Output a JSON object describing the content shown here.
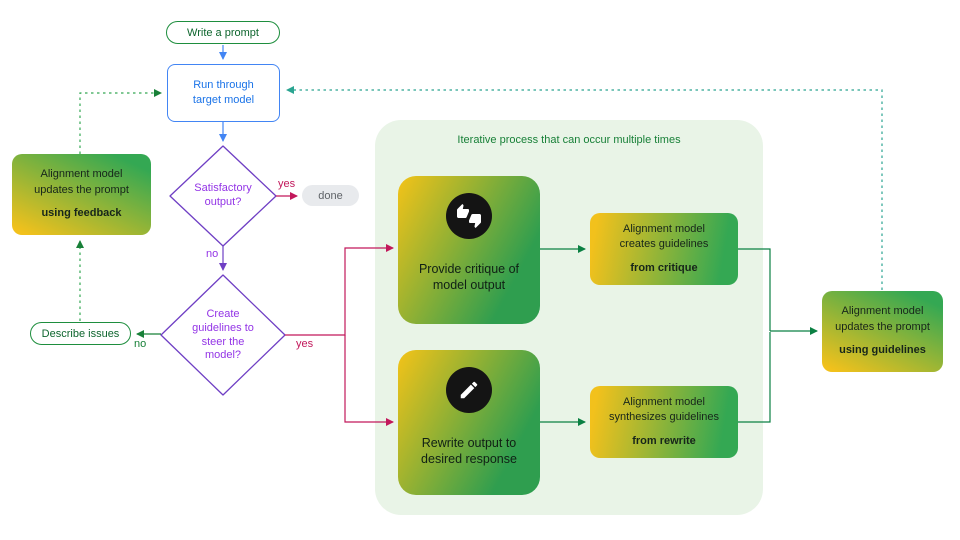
{
  "colors": {
    "green": "#188038",
    "blue": "#1a73e8",
    "purple": "#9334e6",
    "pink": "#c2185b",
    "dark_green": "#0b8043",
    "teal_dash": "#2aa491",
    "gradient_yellow": "#f2c11c",
    "gradient_green": "#34a853",
    "container_bg": "#e9f4e7",
    "done_bg": "#e8eaed"
  },
  "nodes": {
    "write_prompt": {
      "label": "Write a prompt"
    },
    "run_model": {
      "lines": [
        "Run through",
        "target model"
      ]
    },
    "satisfactory": {
      "lines": [
        "Satisfactory",
        "output?"
      ]
    },
    "done": {
      "label": "done"
    },
    "create_guidelines": {
      "lines": [
        "Create",
        "guidelines to",
        "steer the",
        "model?"
      ]
    },
    "describe_issues": {
      "label": "Describe issues"
    },
    "feedback_update": {
      "lines": [
        "Alignment model",
        "updates the prompt"
      ],
      "bold": "using feedback"
    },
    "critique": {
      "lines": [
        "Provide critique of",
        "model output"
      ],
      "icon": "thumbs-up-down-icon"
    },
    "critique_guidelines": {
      "lines": [
        "Alignment model",
        "creates guidelines"
      ],
      "bold": "from critique"
    },
    "rewrite": {
      "lines": [
        "Rewrite output to",
        "desired response"
      ],
      "icon": "pencil-icon"
    },
    "rewrite_guidelines": {
      "lines": [
        "Alignment model",
        "synthesizes guidelines"
      ],
      "bold": "from rewrite"
    },
    "guidelines_update": {
      "lines": [
        "Alignment model",
        "updates the prompt"
      ],
      "bold": "using guidelines"
    }
  },
  "container": {
    "label": "Iterative process that can occur multiple times"
  },
  "edge_labels": {
    "yes_satisfactory": "yes",
    "no_satisfactory": "no",
    "yes_guidelines": "yes",
    "no_guidelines": "no"
  }
}
